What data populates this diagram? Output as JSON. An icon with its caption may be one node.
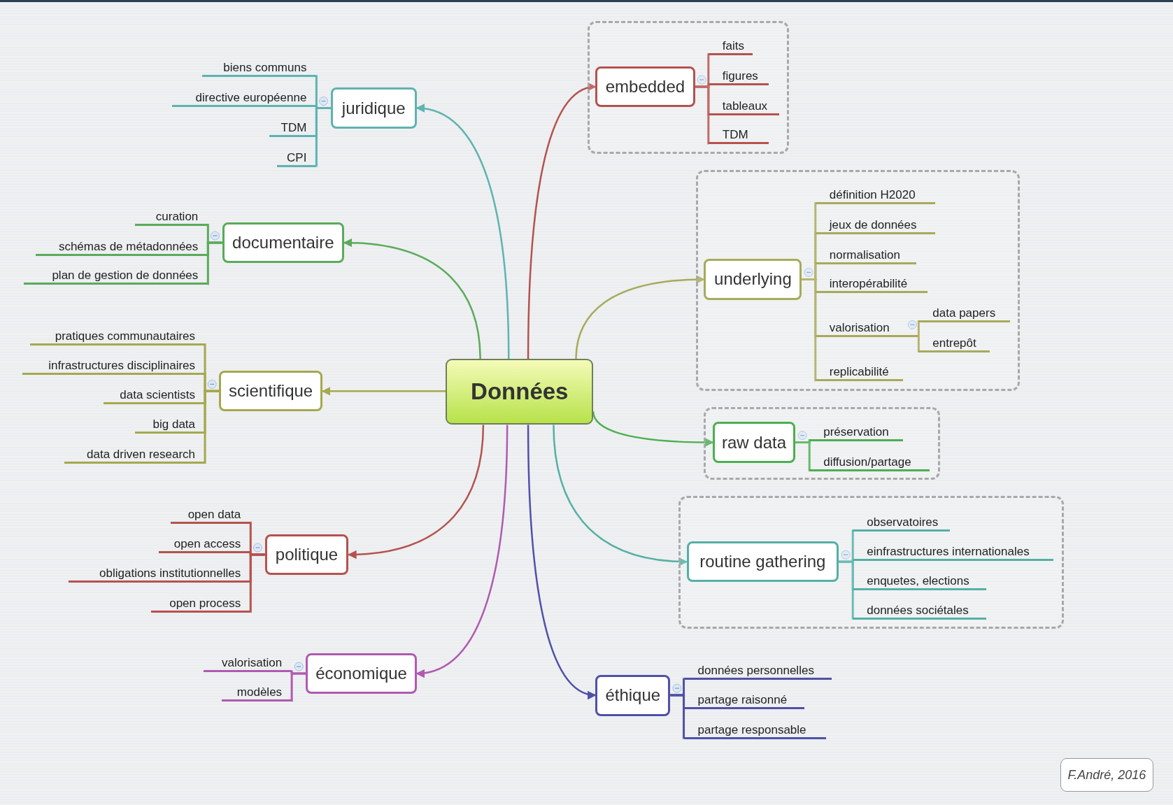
{
  "diagram": {
    "nodes": [
      {
        "text": [
          "Données"
        ]
      },
      {
        "text": [
          "juridique"
        ]
      },
      {
        "text": [
          "biens communs"
        ]
      },
      {
        "text": [
          "directive européenne"
        ]
      },
      {
        "text": [
          "TDM"
        ]
      },
      {
        "text": [
          "CPI"
        ]
      },
      {
        "text": [
          "documentaire"
        ]
      },
      {
        "text": [
          "curation"
        ]
      },
      {
        "text": [
          "schémas de métadonnées"
        ]
      },
      {
        "text": [
          "plan de gestion de données"
        ]
      },
      {
        "text": [
          "scientifique"
        ]
      },
      {
        "text": [
          "pratiques communautaires"
        ]
      },
      {
        "text": [
          "infrastructures disciplinaires"
        ]
      },
      {
        "text": [
          "data scientists"
        ]
      },
      {
        "text": [
          "big data"
        ]
      },
      {
        "text": [
          "data driven research"
        ]
      },
      {
        "text": [
          "politique"
        ]
      },
      {
        "text": [
          "open data"
        ]
      },
      {
        "text": [
          "open access"
        ]
      },
      {
        "text": [
          "obligations institutionnelles"
        ]
      },
      {
        "text": [
          "open process"
        ]
      },
      {
        "text": [
          "économique"
        ]
      },
      {
        "text": [
          "valorisation"
        ]
      },
      {
        "text": [
          "modèles"
        ]
      },
      {
        "text": [],
        "shape": "box"
      },
      {
        "text": [
          "embedded"
        ],
        "in": 24
      },
      {
        "text": [
          "faits"
        ],
        "in": 24
      },
      {
        "text": [
          "figures"
        ],
        "in": 24
      },
      {
        "text": [
          "tableaux"
        ],
        "in": 24
      },
      {
        "text": [
          "TDM"
        ],
        "in": 24
      },
      {
        "text": [],
        "shape": "box"
      },
      {
        "text": [
          "underlying"
        ],
        "in": 30
      },
      {
        "text": [
          "définition H2020"
        ],
        "in": 30
      },
      {
        "text": [
          "jeux de données"
        ],
        "in": 30
      },
      {
        "text": [
          "normalisation"
        ],
        "in": 30
      },
      {
        "text": [
          "interopérabilité"
        ],
        "in": 30
      },
      {
        "text": [
          "valorisation"
        ],
        "in": 30
      },
      {
        "text": [
          "data papers"
        ],
        "in": 30
      },
      {
        "text": [
          "entrepôt"
        ],
        "in": 30
      },
      {
        "text": [
          "replicabilité"
        ],
        "in": 30
      },
      {
        "text": [],
        "shape": "box"
      },
      {
        "text": [
          "raw data"
        ],
        "in": 40
      },
      {
        "text": [
          "préservation"
        ],
        "in": 40
      },
      {
        "text": [
          "diffusion/partage"
        ],
        "in": 40
      },
      {
        "text": [],
        "shape": "box"
      },
      {
        "text": [
          "routine gathering"
        ],
        "in": 44
      },
      {
        "text": [
          "observatoires"
        ],
        "in": 44
      },
      {
        "text": [
          "einfrastructures internationales"
        ],
        "in": 44
      },
      {
        "text": [
          "enquetes, elections"
        ],
        "in": 44
      },
      {
        "text": [
          "données sociétales"
        ],
        "in": 44
      },
      {
        "text": [
          "éthique"
        ]
      },
      {
        "text": [
          "données personnelles"
        ]
      },
      {
        "text": [
          "partage raisonné"
        ]
      },
      {
        "text": [
          "partage responsable"
        ]
      },
      {
        "text": [
          "F.André, 2016"
        ]
      }
    ],
    "edges": [
      {
        "from": 0,
        "to": 1,
        "arrow": "to",
        "color": "#5fb3b0"
      },
      {
        "from": 0,
        "to": 6,
        "arrow": "to",
        "color": "#5aab5a"
      },
      {
        "from": 0,
        "to": 10,
        "arrow": "to",
        "color": "#a6a84e"
      },
      {
        "from": 0,
        "to": 16,
        "arrow": "to",
        "color": "#b5524e"
      },
      {
        "from": 0,
        "to": 21,
        "arrow": "to",
        "color": "#b05ab0"
      },
      {
        "from": 0,
        "to": 25,
        "arrow": "to",
        "color": "#b5524e"
      },
      {
        "from": 0,
        "to": 31,
        "arrow": "to",
        "color": "#a8aa5a"
      },
      {
        "from": 0,
        "to": 41,
        "arrow": "to",
        "color": "#4caf50"
      },
      {
        "from": 0,
        "to": 45,
        "arrow": "to",
        "color": "#55b0a5"
      },
      {
        "from": 0,
        "to": 50,
        "arrow": "to",
        "color": "#5050a8"
      },
      {
        "from": 1,
        "to": 2,
        "arrow": "none",
        "color": "#5fb3b0"
      },
      {
        "from": 1,
        "to": 3,
        "arrow": "none",
        "color": "#5fb3b0"
      },
      {
        "from": 1,
        "to": 4,
        "arrow": "none",
        "color": "#5fb3b0"
      },
      {
        "from": 1,
        "to": 5,
        "arrow": "none",
        "color": "#5fb3b0"
      },
      {
        "from": 6,
        "to": 7,
        "arrow": "none",
        "color": "#5aab5a"
      },
      {
        "from": 6,
        "to": 8,
        "arrow": "none",
        "color": "#5aab5a"
      },
      {
        "from": 6,
        "to": 9,
        "arrow": "none",
        "color": "#5aab5a"
      },
      {
        "from": 10,
        "to": 11,
        "arrow": "none",
        "color": "#a6a84e"
      },
      {
        "from": 10,
        "to": 12,
        "arrow": "none",
        "color": "#a6a84e"
      },
      {
        "from": 10,
        "to": 13,
        "arrow": "none",
        "color": "#a6a84e"
      },
      {
        "from": 10,
        "to": 14,
        "arrow": "none",
        "color": "#a6a84e"
      },
      {
        "from": 10,
        "to": 15,
        "arrow": "none",
        "color": "#a6a84e"
      },
      {
        "from": 16,
        "to": 17,
        "arrow": "none",
        "color": "#b5524e"
      },
      {
        "from": 16,
        "to": 18,
        "arrow": "none",
        "color": "#b5524e"
      },
      {
        "from": 16,
        "to": 19,
        "arrow": "none",
        "color": "#b5524e"
      },
      {
        "from": 16,
        "to": 20,
        "arrow": "none",
        "color": "#b5524e"
      },
      {
        "from": 21,
        "to": 22,
        "arrow": "none",
        "color": "#b05ab0"
      },
      {
        "from": 21,
        "to": 23,
        "arrow": "none",
        "color": "#b05ab0"
      },
      {
        "from": 25,
        "to": 26,
        "arrow": "none",
        "color": "#b5524e"
      },
      {
        "from": 25,
        "to": 27,
        "arrow": "none",
        "color": "#b5524e"
      },
      {
        "from": 25,
        "to": 28,
        "arrow": "none",
        "color": "#b5524e"
      },
      {
        "from": 25,
        "to": 29,
        "arrow": "none",
        "color": "#b5524e"
      },
      {
        "from": 31,
        "to": 32,
        "arrow": "none",
        "color": "#a8aa5a"
      },
      {
        "from": 31,
        "to": 33,
        "arrow": "none",
        "color": "#a8aa5a"
      },
      {
        "from": 31,
        "to": 34,
        "arrow": "none",
        "color": "#a8aa5a"
      },
      {
        "from": 31,
        "to": 35,
        "arrow": "none",
        "color": "#a8aa5a"
      },
      {
        "from": 31,
        "to": 36,
        "arrow": "none",
        "color": "#a8aa5a"
      },
      {
        "from": 36,
        "to": 37,
        "arrow": "none",
        "color": "#a8aa5a"
      },
      {
        "from": 36,
        "to": 38,
        "arrow": "none",
        "color": "#a8aa5a"
      },
      {
        "from": 31,
        "to": 39,
        "arrow": "none",
        "color": "#a8aa5a"
      },
      {
        "from": 41,
        "to": 42,
        "arrow": "none",
        "color": "#4caf50"
      },
      {
        "from": 41,
        "to": 43,
        "arrow": "none",
        "color": "#4caf50"
      },
      {
        "from": 45,
        "to": 46,
        "arrow": "none",
        "color": "#55b0a5"
      },
      {
        "from": 45,
        "to": 47,
        "arrow": "none",
        "color": "#55b0a5"
      },
      {
        "from": 45,
        "to": 48,
        "arrow": "none",
        "color": "#55b0a5"
      },
      {
        "from": 45,
        "to": 49,
        "arrow": "none",
        "color": "#55b0a5"
      },
      {
        "from": 50,
        "to": 51,
        "arrow": "none",
        "color": "#5050a8"
      },
      {
        "from": 50,
        "to": 52,
        "arrow": "none",
        "color": "#5050a8"
      },
      {
        "from": 50,
        "to": 53,
        "arrow": "none",
        "color": "#5050a8"
      }
    ]
  }
}
